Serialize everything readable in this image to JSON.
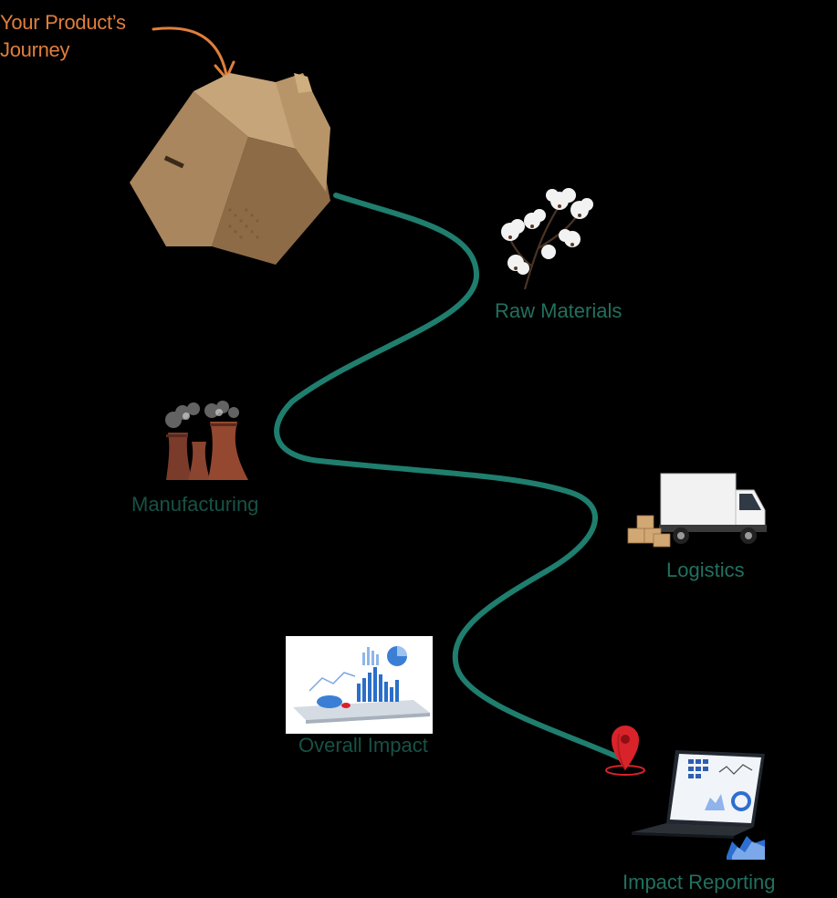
{
  "title": {
    "line1": "Your Product’s",
    "line2": "Journey"
  },
  "colors": {
    "title": "#e07e3c",
    "path": "#1f7e6e",
    "label": "#22705f",
    "label_dark": "#175246",
    "pin": "#d9232b"
  },
  "steps": [
    {
      "label": "Raw Materials",
      "icon": "cotton-plant-icon"
    },
    {
      "label": "Manufacturing",
      "icon": "factory-cooling-towers-icon"
    },
    {
      "label": "Logistics",
      "icon": "delivery-truck-icon"
    },
    {
      "label": "Overall Impact",
      "icon": "analytics-tablet-icon"
    },
    {
      "label": "Impact Reporting",
      "icon": "laptop-dashboard-icon"
    }
  ],
  "start_icon": "cardboard-box-icon",
  "end_marker_icon": "location-pin-icon"
}
